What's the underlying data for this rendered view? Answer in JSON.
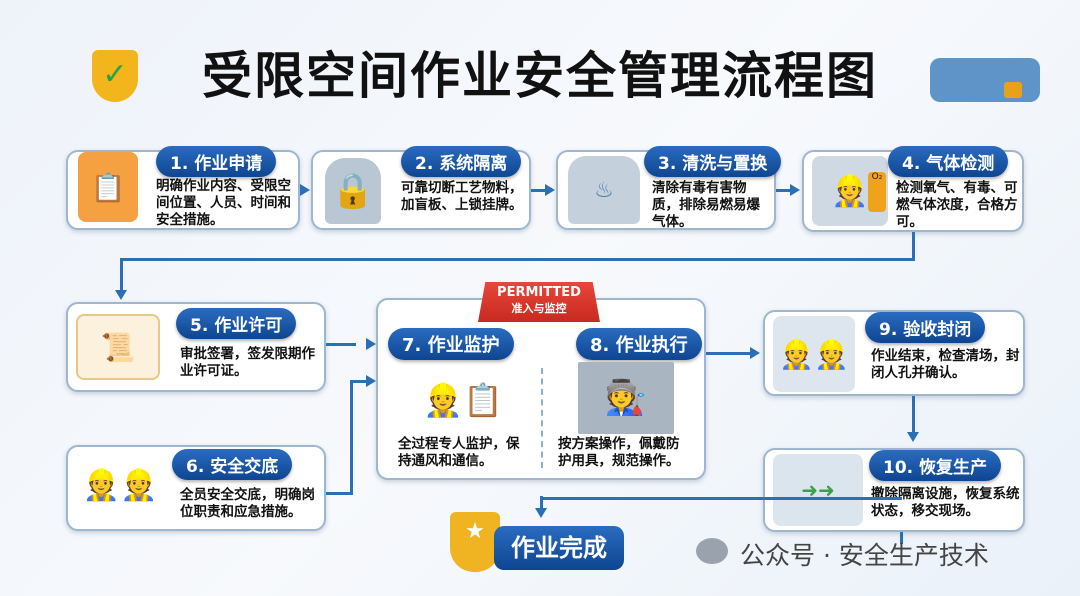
{
  "title": "受限空间作业安全管理流程图",
  "steps": [
    {
      "label": "1. 作业申请",
      "desc": "明确作业内容、受限空间位置、人员、时间和安全措施。"
    },
    {
      "label": "2. 系统隔离",
      "desc": "可靠切断工艺物料，加盲板、上锁挂牌。"
    },
    {
      "label": "3. 清洗与置换",
      "desc": "清除有毒有害物质，排除易燃易爆气体。"
    },
    {
      "label": "4. 气体检测",
      "desc": "检测氧气、有毒、可燃气体浓度，合格方可。"
    },
    {
      "label": "5. 作业许可",
      "desc": "审批签署，签发限期作业许可证。"
    },
    {
      "label": "6. 安全交底",
      "desc": "全员安全交底，明确岗位职责和应急措施。"
    },
    {
      "label": "7. 作业监护",
      "desc": "全过程专人监护，保持通风和通信。"
    },
    {
      "label": "8. 作业执行",
      "desc": "按方案操作，佩戴防护用具，规范操作。"
    },
    {
      "label": "9. 验收封闭",
      "desc": "作业结束，检查清场，封闭人孔并确认。"
    },
    {
      "label": "10. 恢复生产",
      "desc": "撤除隔离设施，恢复系统状态，移交现场。"
    }
  ],
  "permitted": {
    "en": "PERMITTED",
    "cn": "准入与监控"
  },
  "finish": "作业完成",
  "watermark": "公众号 · 安全生产技术",
  "gas_display": "O₂",
  "colors": {
    "accent": "#0e4591",
    "arrow": "#2b6fb5",
    "permit": "#d9352b"
  }
}
